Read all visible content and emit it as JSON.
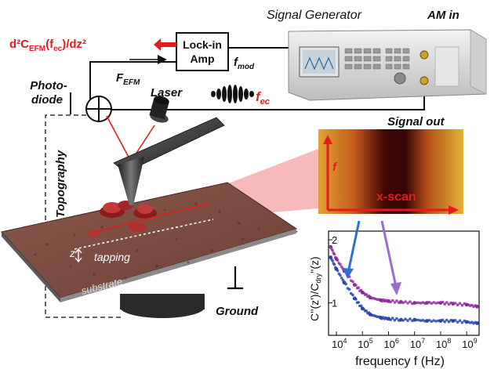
{
  "colors": {
    "red": "#e31c1c",
    "black": "#111111",
    "substrate": "#7a4a3f",
    "heatmap_dark": "#3a0505",
    "heatmap_light": "#f7c23a",
    "purple_series": "#8e2a9e",
    "blue_series": "#2845a8",
    "purple_arrow": "#9b6bd1",
    "blue_arrow": "#2f6fd3"
  },
  "labels": {
    "signal_generator": "Signal Generator",
    "am_in": "AM in",
    "signal_out": "Signal out",
    "lockin_line1": "Lock-in",
    "lockin_line2": "Amp",
    "output_signal_main": "d²C",
    "output_signal_sub": "EFM",
    "output_signal_rest": "(f",
    "output_signal_sub2": "ec",
    "output_signal_end": ")/dz²",
    "f_mod_main": "f",
    "f_mod_sub": "mod",
    "f_efm_main": "F",
    "f_efm_sub": "EFM",
    "photodiode_line1": "Photo-",
    "photodiode_line2": "diode",
    "laser": "Laser",
    "f_ec_main": "f",
    "f_ec_sub": "ec",
    "topography": "Topography",
    "tip": "tip",
    "z": "z",
    "tapping": "tapping",
    "substrate": "substrate",
    "ground": "Ground",
    "heatmap_f": "f",
    "heatmap_xscan": "x-scan"
  },
  "chart_data": {
    "type": "scatter",
    "xlabel": "frequency f (Hz)",
    "ylabel": "C''(z')/C_dry''(z)",
    "ylabel_parts": {
      "main": "C''(z')/C",
      "sub": "dry",
      "end": "''(z)"
    },
    "x_scale": "log",
    "y_scale": "log",
    "xlim": [
      5000,
      3000000000
    ],
    "ylim": [
      0.7,
      2.2
    ],
    "x_ticks": [
      {
        "value": 10000,
        "base": "10",
        "exp": "4"
      },
      {
        "value": 100000,
        "base": "10",
        "exp": "5"
      },
      {
        "value": 1000000,
        "base": "10",
        "exp": "6"
      },
      {
        "value": 10000000,
        "base": "10",
        "exp": "7"
      },
      {
        "value": 100000000,
        "base": "10",
        "exp": "8"
      },
      {
        "value": 1000000000,
        "base": "10",
        "exp": "9"
      }
    ],
    "y_ticks": [
      {
        "value": 1,
        "label": "1"
      },
      {
        "value": 2,
        "label": "2"
      }
    ],
    "series": [
      {
        "color": "#8e2a9e",
        "x": [
          6000,
          10000,
          20000,
          50000,
          100000,
          200000,
          500000,
          1000000,
          3000000,
          10000000,
          30000000,
          100000000,
          300000000,
          1000000000,
          2500000000
        ],
        "y": [
          1.85,
          1.62,
          1.42,
          1.22,
          1.12,
          1.06,
          1.03,
          1.02,
          1.01,
          1.0,
          1.0,
          1.0,
          0.99,
          0.98,
          0.96
        ]
      },
      {
        "color": "#2845a8",
        "x": [
          6000,
          10000,
          20000,
          50000,
          100000,
          200000,
          500000,
          1000000,
          3000000,
          10000000,
          30000000,
          100000000,
          300000000,
          1000000000,
          2500000000
        ],
        "y": [
          1.65,
          1.45,
          1.25,
          1.05,
          0.94,
          0.88,
          0.85,
          0.84,
          0.83,
          0.83,
          0.82,
          0.82,
          0.82,
          0.81,
          0.8
        ]
      }
    ]
  }
}
